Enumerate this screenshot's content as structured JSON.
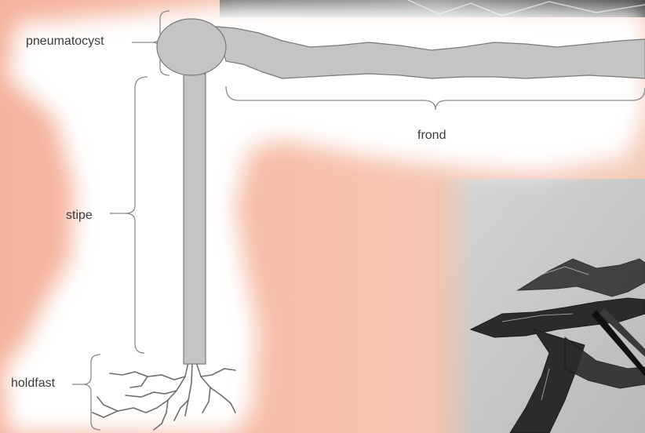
{
  "figure": {
    "labels": {
      "pneumatocyst": "pneumatocyst",
      "stipe": "stipe",
      "holdfast": "holdfast",
      "frond": "frond"
    }
  },
  "colors": {
    "background": "#f5b9a4",
    "highlight": "#ffffff",
    "kelp_fill": "#c4c4c4",
    "kelp_stroke": "#7a7a7a",
    "bracket": "#8a8a8a",
    "label_text": "#3a3a3a"
  },
  "photos": [
    {
      "subject": "beached kelp on sand, black-and-white photograph"
    },
    {
      "subject": "dark textured strip, black-and-white photograph"
    }
  ]
}
